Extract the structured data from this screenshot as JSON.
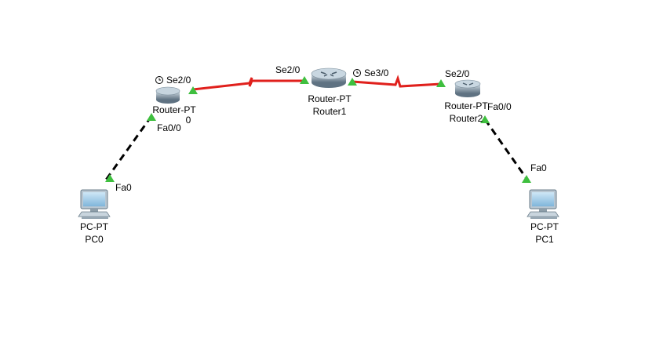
{
  "colors": {
    "serial_link": "#e0201c",
    "ethernet_link": "#000000",
    "port_up": "#3fbf3f",
    "device_metal": "#9aa9b5"
  },
  "devices": {
    "router0": {
      "type": "Router-PT",
      "name": "0",
      "icon": "router-icon"
    },
    "router1": {
      "type": "Router-PT",
      "name": "Router1",
      "icon": "router-icon"
    },
    "router2": {
      "type": "Router-PT",
      "name": "Router2",
      "icon": "router-icon"
    },
    "pc0": {
      "type": "PC-PT",
      "name": "PC0",
      "icon": "pc-icon"
    },
    "pc1": {
      "type": "PC-PT",
      "name": "PC1",
      "icon": "pc-icon"
    }
  },
  "ports": {
    "r0_se": "Se2/0",
    "r1_se2": "Se2/0",
    "r1_se3": "Se3/0",
    "r2_se": "Se2/0",
    "r0_fa": "Fa0/0",
    "r2_fa": "Fa0/0",
    "pc0_fa": "Fa0",
    "pc1_fa": "Fa0"
  },
  "clock_icons": [
    "clock-icon",
    "clock-icon"
  ]
}
